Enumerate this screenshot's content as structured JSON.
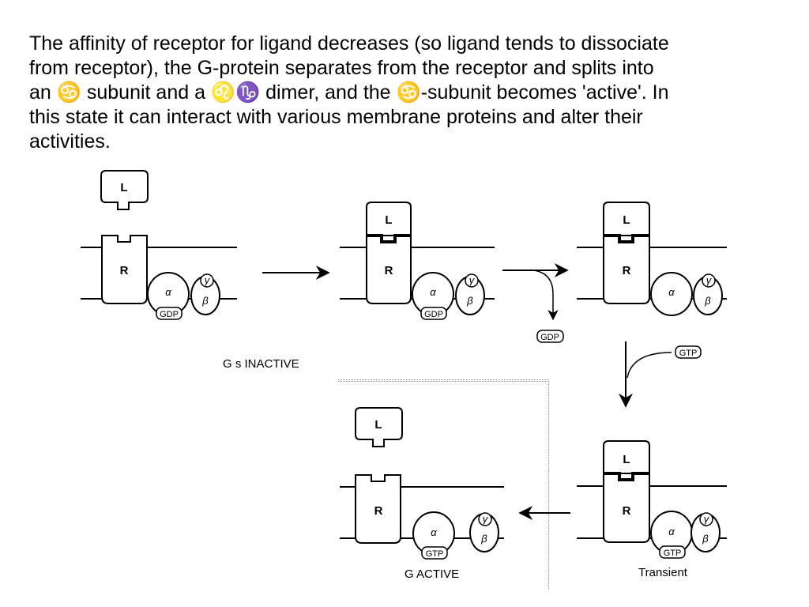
{
  "caption": {
    "line1": "The affinity of receptor for ligand decreases (so ligand tends to dissociate",
    "line2": "from receptor),  the G-protein separates from the receptor and splits into",
    "line3a": "an ",
    "alpha_glyph": "♋",
    "line3b": " subunit and a ",
    "betagamma_glyph": "♌♑",
    "line3c": " dimer, and the ",
    "line3d": "-subunit becomes 'active'.  In",
    "line4": "this state it can interact with various membrane proteins and alter their",
    "line5": "activities."
  },
  "diagram": {
    "ligand": "L",
    "receptor": "R",
    "alpha": "α",
    "beta": "β",
    "gamma": "γ",
    "gdp": "GDP",
    "gtp": "GTP",
    "stage_inactive": "G s  INACTIVE",
    "stage_active": "G  ACTIVE",
    "stage_transient": "Transient"
  }
}
